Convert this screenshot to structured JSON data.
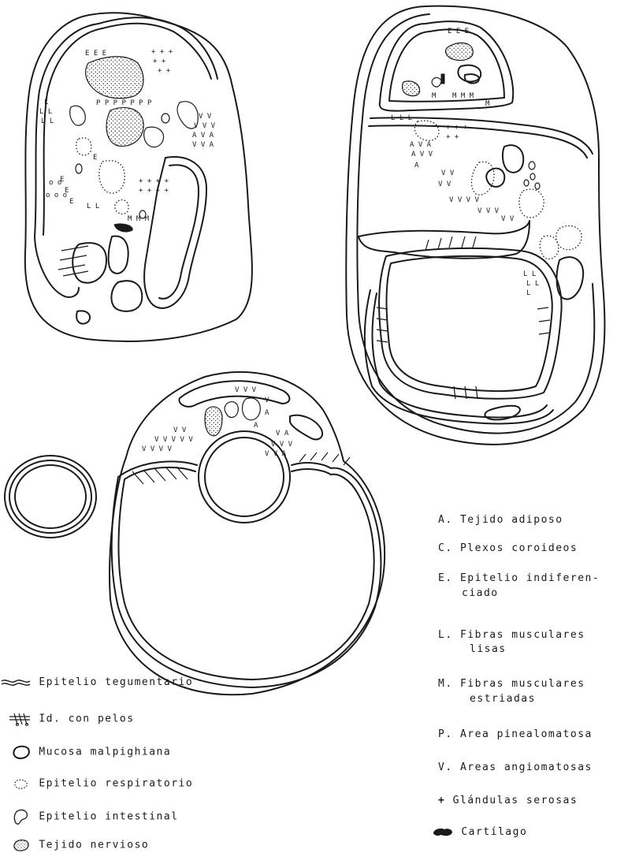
{
  "legend_right": [
    {
      "code": "A.",
      "text": "Tejido adiposo"
    },
    {
      "code": "C.",
      "text": "Plexos coroideos"
    },
    {
      "code": "E.",
      "text": "Epitelio indiferen-",
      "text2": "ciado"
    },
    {
      "code": "L.",
      "text": "Fibras musculares",
      "text2": "lisas"
    },
    {
      "code": "M.",
      "text": "Fibras musculares",
      "text2": "estriadas"
    },
    {
      "code": "P.",
      "text": "Area pinealomatosa"
    },
    {
      "code": "V.",
      "text": "Areas angiomatosas"
    },
    {
      "code": "+",
      "text": "Glándulas serosas"
    },
    {
      "code": "",
      "text": "Cartílago"
    }
  ],
  "legend_left": [
    {
      "icon": "wavy-lines-icon",
      "text": "Epitelio tegumentario"
    },
    {
      "icon": "hairs-icon",
      "text": "Id. con pelos"
    },
    {
      "icon": "mucosa-outline-icon",
      "text": "Mucosa malpighiana"
    },
    {
      "icon": "dotted-outline-icon",
      "text": "Epitelio respiratorio"
    },
    {
      "icon": "intestinal-outline-icon",
      "text": "Epitelio intestinal"
    },
    {
      "icon": "stippled-blob-icon",
      "text": "Tejido nervioso"
    }
  ]
}
